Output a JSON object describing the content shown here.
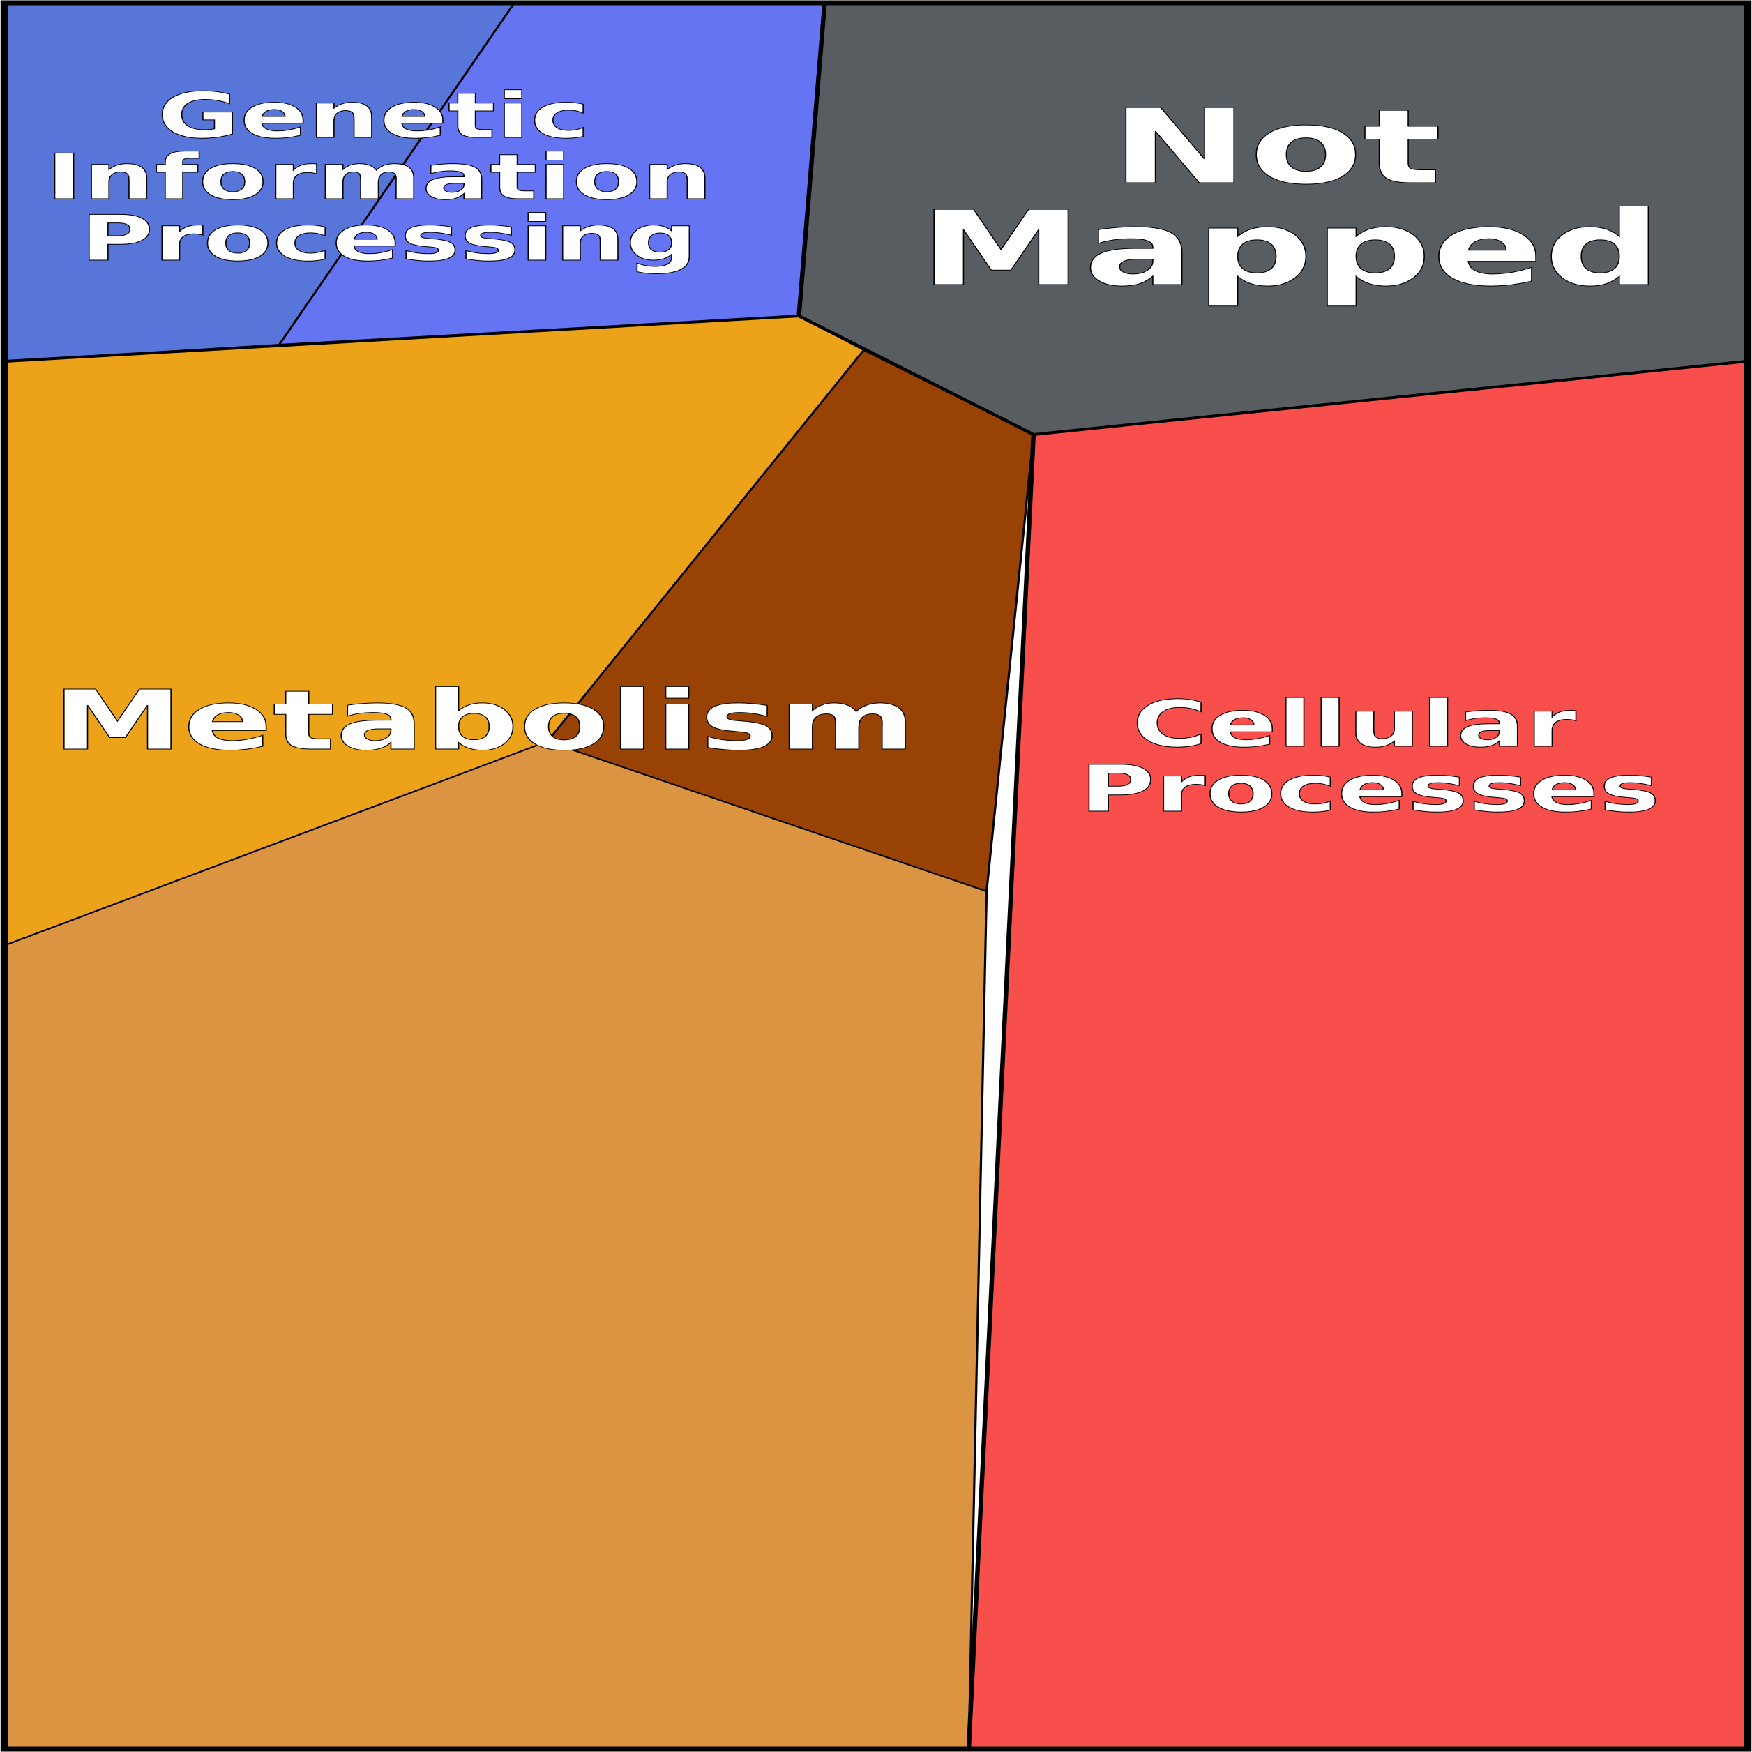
{
  "title": "Voronoi treemap of functional categories",
  "cells": {
    "genetic": {
      "label_lines": [
        "Genetic",
        "Information",
        "Processing"
      ],
      "colors": [
        "#5876D9",
        "#6574F3"
      ]
    },
    "not_mapped": {
      "label_lines": [
        "Not",
        "Mapped"
      ],
      "color": "#585D62"
    },
    "metabolism": {
      "label_lines": [
        "Metabolism"
      ],
      "colors": [
        "#ECA219",
        "#984305",
        "#DB9542"
      ]
    },
    "cellular": {
      "label_lines": [
        "Cellular",
        "Processes"
      ],
      "color": "#F84F4D"
    }
  },
  "border_color": "#000000"
}
